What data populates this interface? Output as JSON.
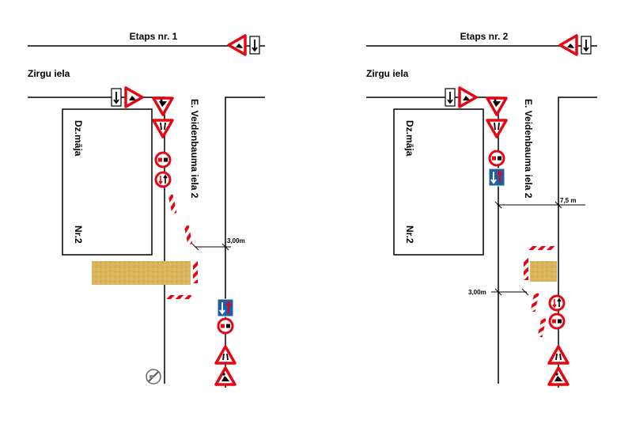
{
  "stages": [
    {
      "title": "Etaps nr. 1",
      "street_top": "Zirgu iela",
      "street_side": "E. Veidenbauma iela 2",
      "building_name": "Dz.māja",
      "building_number": "Nr.2",
      "dimension": "3,00m"
    },
    {
      "title": "Etaps nr. 2",
      "street_top": "Zirgu iela",
      "street_side": "E. Veidenbauma iela 2",
      "building_name": "Dz.māja",
      "building_number": "Nr.2",
      "dimension_width": "7,5 m",
      "dimension": "3,00m"
    }
  ],
  "colors": {
    "sign_red": "#e30613",
    "sign_blue": "#1f5fa8",
    "work_area": "#d9b45c",
    "barrier_red": "#e30613"
  }
}
